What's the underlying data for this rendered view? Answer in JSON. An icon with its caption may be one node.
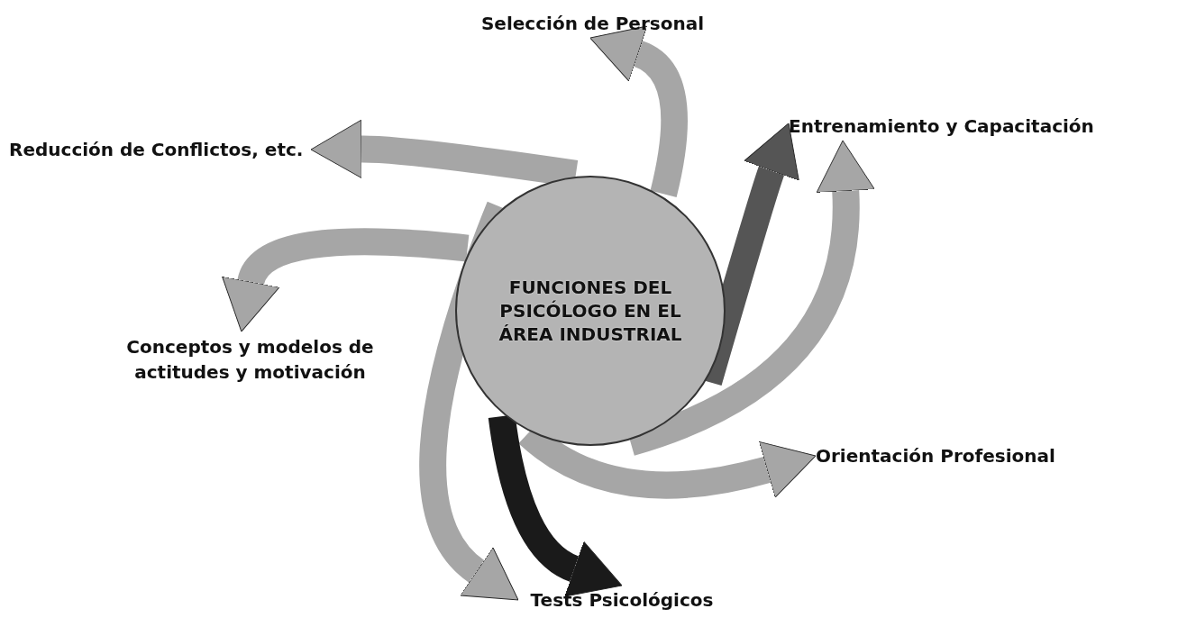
{
  "diagram": {
    "nodes": [
      {
        "text": [
          "FUNCIONES DEL PSICÓLOGO EN EL ÁREA INDUSTRIAL"
        ]
      },
      {
        "text": [
          "Selección de Personal"
        ]
      },
      {
        "text": [
          "Entrenamiento y Capacitación"
        ]
      },
      {
        "text": [
          "Orientación Profesional"
        ]
      },
      {
        "text": [
          "Tests Psicológicos"
        ]
      },
      {
        "text": [
          "Conceptos y modelos de actitudes y motivación"
        ]
      },
      {
        "text": [
          "Reducción de Conflictos, etc."
        ]
      }
    ],
    "edges": [
      {
        "from": 0,
        "to": 1,
        "arrow": "to"
      },
      {
        "from": 0,
        "to": 2,
        "arrow": "to",
        "color": "#555555"
      },
      {
        "from": 0,
        "to": 2,
        "arrow": "to"
      },
      {
        "from": 0,
        "to": 3,
        "arrow": "to"
      },
      {
        "from": 0,
        "to": 4,
        "arrow": "to",
        "color": "#1a1a1a"
      },
      {
        "from": 0,
        "to": 4,
        "arrow": "to"
      },
      {
        "from": 0,
        "to": 5,
        "arrow": "to"
      },
      {
        "from": 0,
        "to": 6,
        "arrow": "to"
      }
    ]
  }
}
